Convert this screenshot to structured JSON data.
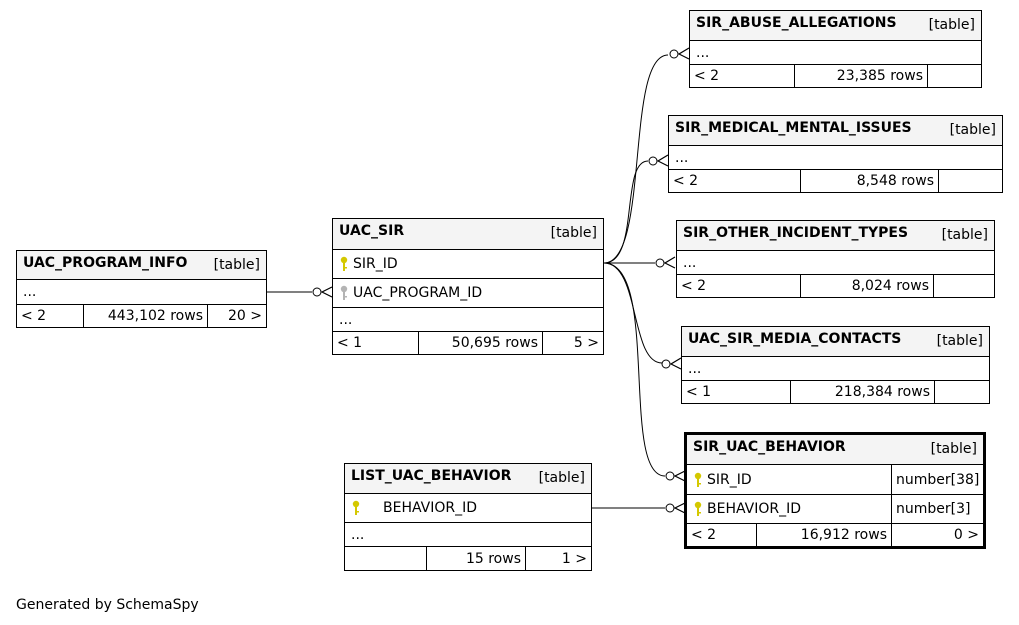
{
  "footer": "Generated by SchemaSpy",
  "tables": {
    "uac_program_info": {
      "name": "UAC_PROGRAM_INFO",
      "kind": "[table]",
      "ellipsis": "...",
      "parents": "< 2",
      "rows": "443,102 rows",
      "children": "20 >"
    },
    "uac_sir": {
      "name": "UAC_SIR",
      "kind": "[table]",
      "col1": "SIR_ID",
      "col2": "UAC_PROGRAM_ID",
      "ellipsis": "...",
      "parents": "< 1",
      "rows": "50,695 rows",
      "children": "5 >"
    },
    "sir_abuse": {
      "name": "SIR_ABUSE_ALLEGATIONS",
      "kind": "[table]",
      "ellipsis": "...",
      "parents": "< 2",
      "rows": "23,385 rows",
      "children": ""
    },
    "sir_medical": {
      "name": "SIR_MEDICAL_MENTAL_ISSUES",
      "kind": "[table]",
      "ellipsis": "...",
      "parents": "< 2",
      "rows": "8,548 rows",
      "children": ""
    },
    "sir_other": {
      "name": "SIR_OTHER_INCIDENT_TYPES",
      "kind": "[table]",
      "ellipsis": "...",
      "parents": "< 2",
      "rows": "8,024 rows",
      "children": ""
    },
    "uac_media": {
      "name": "UAC_SIR_MEDIA_CONTACTS",
      "kind": "[table]",
      "ellipsis": "...",
      "parents": "< 1",
      "rows": "218,384 rows",
      "children": ""
    },
    "sir_behavior": {
      "name": "SIR_UAC_BEHAVIOR",
      "kind": "[table]",
      "col1": "SIR_ID",
      "col1_type": "number[38]",
      "col2": "BEHAVIOR_ID",
      "col2_type": "number[3]",
      "parents": "< 2",
      "rows": "16,912 rows",
      "children": "0 >"
    },
    "list_behavior": {
      "name": "LIST_UAC_BEHAVIOR",
      "kind": "[table]",
      "col1": "BEHAVIOR_ID",
      "ellipsis": "...",
      "parents": "",
      "rows": "15 rows",
      "children": "1 >"
    }
  },
  "colors": {
    "primary_key": "#d4c800",
    "foreign_key": "#b4b4b4",
    "header_bg": "#f4f4f4"
  }
}
